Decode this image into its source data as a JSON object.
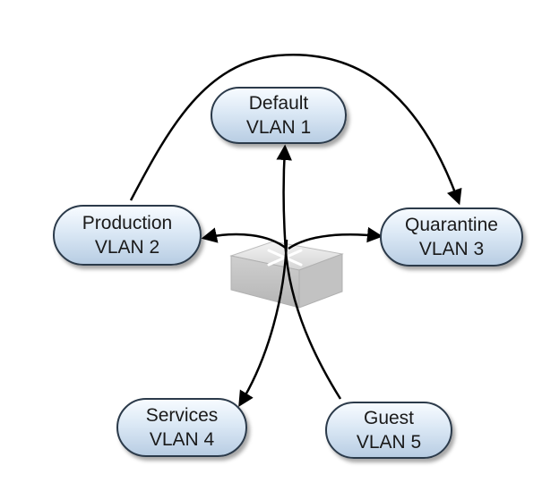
{
  "nodes": {
    "default": {
      "name": "Default",
      "vlan": "VLAN 1"
    },
    "production": {
      "name": "Production",
      "vlan": "VLAN 2"
    },
    "quarantine": {
      "name": "Quarantine",
      "vlan": "VLAN 3"
    },
    "services": {
      "name": "Services",
      "vlan": "VLAN 4"
    },
    "guest": {
      "name": "Guest",
      "vlan": "VLAN 5"
    }
  },
  "icons": {
    "switch": "network-switch-icon"
  },
  "colors": {
    "node_fill": "#c9dbee",
    "node_border": "#2b3a4a",
    "connector": "#000000"
  }
}
